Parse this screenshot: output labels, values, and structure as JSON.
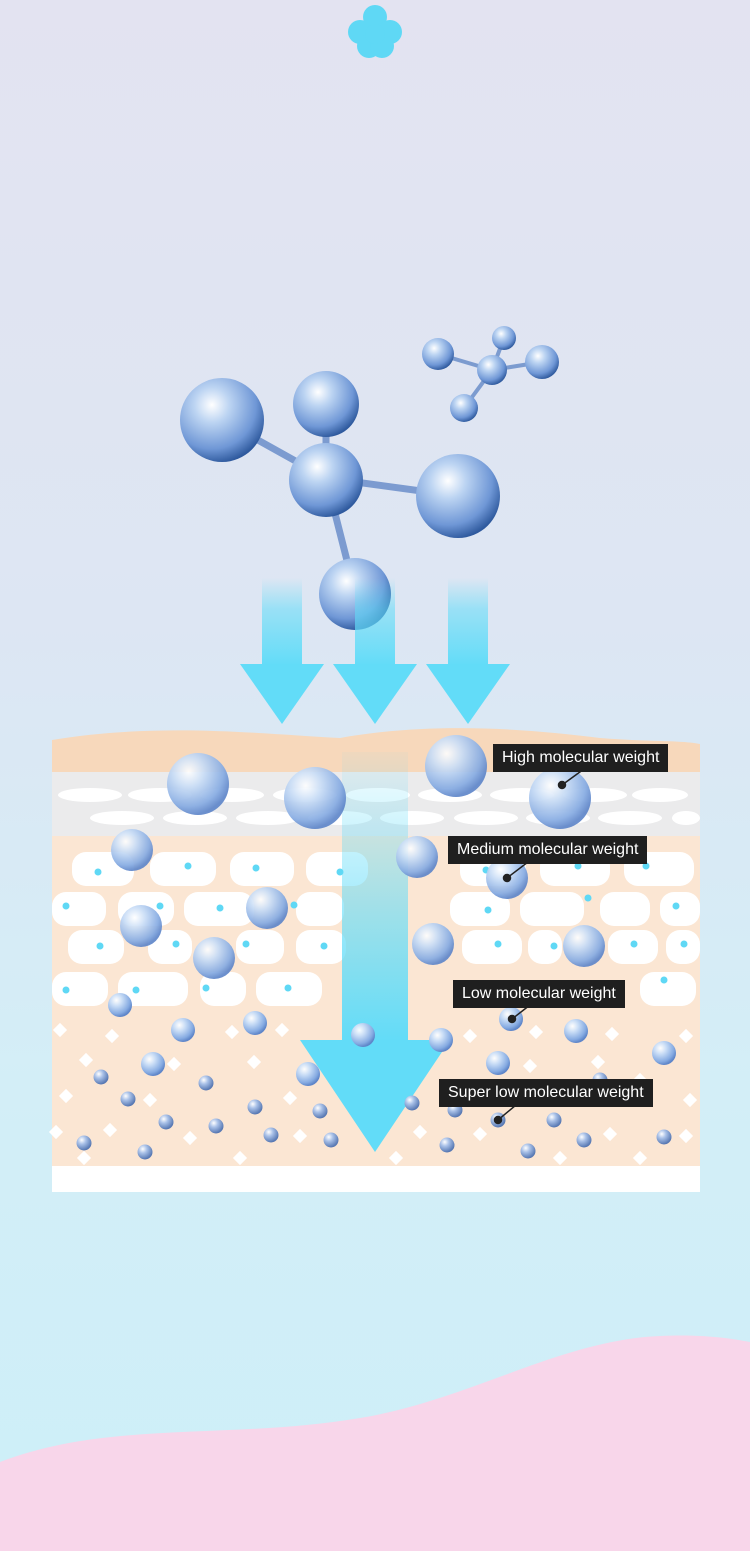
{
  "colors": {
    "accent": "#5fd8f5",
    "arrow": "#62dcf8",
    "skin_top": "#f7d8bb",
    "skin_body": "#fbe6d3",
    "sphere": "#8fb3e6",
    "pink_wave": "#f8d6ea",
    "label_bg": "#1f1f1f"
  },
  "icons": {
    "top": "flower-icon"
  },
  "diagram": {
    "labels": [
      {
        "id": "high",
        "text": "High molecular weight"
      },
      {
        "id": "medium",
        "text": "Medium molecular weight"
      },
      {
        "id": "low",
        "text": "Low molecular weight"
      },
      {
        "id": "super_low",
        "text": "Super low molecular weight"
      }
    ]
  }
}
